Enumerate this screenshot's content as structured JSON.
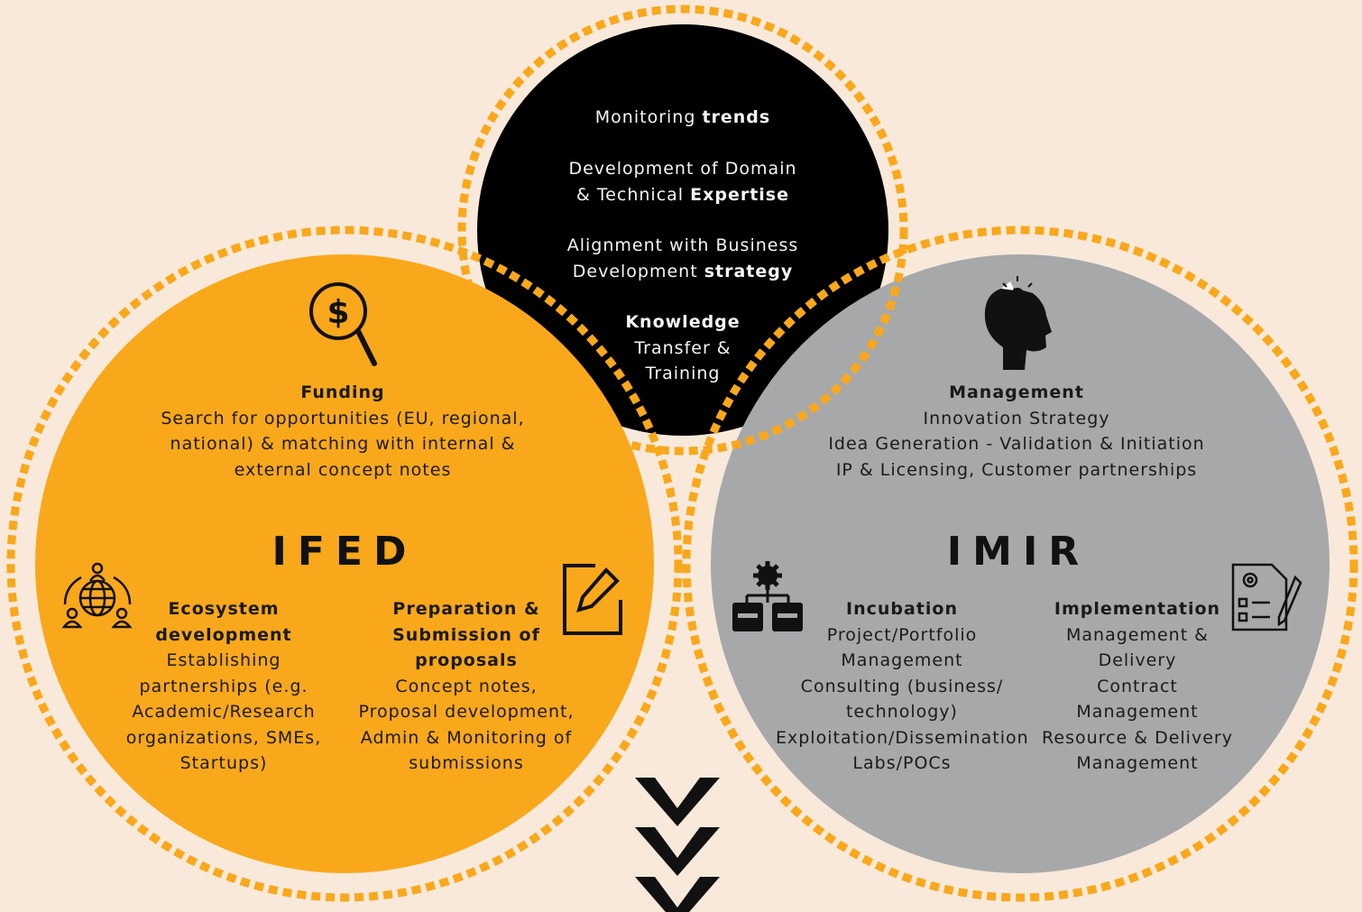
{
  "colors": {
    "background": "#F8E9DA",
    "ifed_fill": "#F9A81C",
    "imir_fill": "#A7A8AA",
    "top_fill": "#000000",
    "dash_ring": "#F9A81C"
  },
  "top_circle": {
    "item1_plain": "Monitoring ",
    "item1_bold": "trends",
    "item2_line1": "Development of Domain",
    "item2_line2_plain": "& Technical ",
    "item2_line2_bold": "Expertise",
    "item3_line1": "Alignment with Business",
    "item3_line2_plain": "Development ",
    "item3_line2_bold": "strategy",
    "item4_bold": "Knowledge",
    "item4_line2": "Transfer &",
    "item4_line3": "Training"
  },
  "ifed": {
    "title": "IFED",
    "funding": {
      "heading": "Funding",
      "lines": [
        "Search for opportunities (EU, regional,",
        "national) & matching with internal &",
        "external concept notes"
      ],
      "icon": "dollar-search-icon"
    },
    "ecosystem": {
      "heading_lines": [
        "Ecosystem",
        "development"
      ],
      "lines": [
        "Establishing",
        "partnerships (e.g.",
        "Academic/Research",
        "organizations, SMEs,",
        "Startups)"
      ],
      "icon": "network-globe-icon"
    },
    "proposals": {
      "heading_lines": [
        "Preparation &",
        "Submission of",
        "proposals"
      ],
      "lines": [
        "Concept notes,",
        "Proposal development,",
        "Admin & Monitoring of",
        "submissions"
      ],
      "icon": "edit-icon"
    }
  },
  "imir": {
    "title": "IMIR",
    "management": {
      "heading": "Management",
      "lines": [
        "Innovation Strategy",
        "Idea Generation - Validation & Initiation",
        "IP & Licensing, Customer partnerships"
      ],
      "icon": "head-lightbulb-icon"
    },
    "incubation": {
      "heading": "Incubation",
      "lines": [
        "Project/Portfolio",
        "Management",
        "Consulting (business/",
        "technology)",
        "Exploitation/Dissemination",
        "Labs/POCs"
      ],
      "icon": "gear-hierarchy-icon"
    },
    "implementation": {
      "heading": "Implementation",
      "lines": [
        "Management &",
        "Delivery",
        "Contract",
        "Management",
        "Resource & Delivery",
        "Management"
      ],
      "icon": "document-checklist-icon"
    }
  },
  "arrows": {
    "count": 3,
    "icon": "chevron-down-icon"
  }
}
